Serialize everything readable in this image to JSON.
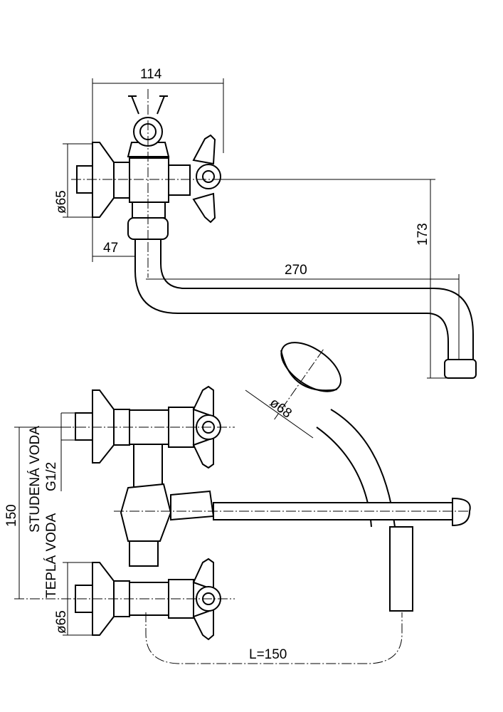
{
  "top_view": {
    "dim_width": "114",
    "dim_flange_diameter": "ø65",
    "dim_offset": "47",
    "dim_spout_length": "270",
    "dim_height": "173"
  },
  "bottom_view": {
    "dim_shower_diameter": "ø68",
    "label_cold_water": "STUDENÁ VODA",
    "label_thread": "G1/2",
    "dim_spacing": "150",
    "label_hot_water": "TEPLÁ VODA",
    "dim_flange_diameter": "ø65",
    "dim_hose_length": "L=150"
  }
}
